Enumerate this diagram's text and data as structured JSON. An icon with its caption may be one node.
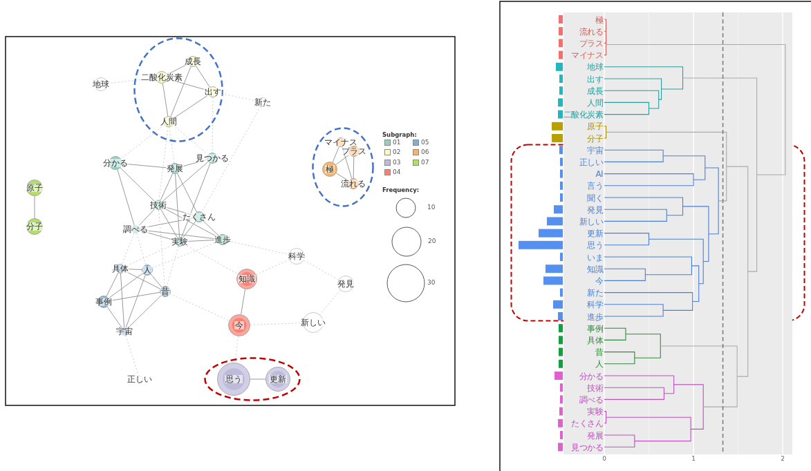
{
  "diagram": {
    "nodes": [
      {
        "text": [],
        "shape": "ellipse"
      },
      {
        "text": [
          "成長"
        ],
        "in": 0
      },
      {
        "text": [
          "二酸化炭素"
        ],
        "in": 0
      },
      {
        "text": [
          "出す"
        ],
        "in": 0
      },
      {
        "text": [
          "人間"
        ],
        "in": 0
      },
      {
        "text": [
          "地球"
        ]
      },
      {
        "text": [
          "新た"
        ]
      },
      {
        "text": [],
        "shape": "ellipse"
      },
      {
        "text": [
          "マイナス"
        ],
        "in": 7
      },
      {
        "text": [
          "プラス"
        ],
        "in": 7
      },
      {
        "text": [
          "極"
        ],
        "in": 7
      },
      {
        "text": [
          "流れる"
        ],
        "in": 7
      },
      {
        "text": [
          "分かる"
        ]
      },
      {
        "text": [
          "見つかる"
        ]
      },
      {
        "text": [
          "発展"
        ]
      },
      {
        "text": [
          "原子"
        ]
      },
      {
        "text": [
          "技術"
        ]
      },
      {
        "text": [
          "分子"
        ]
      },
      {
        "text": [
          "調べる"
        ]
      },
      {
        "text": [
          "たくさん"
        ]
      },
      {
        "text": [
          "実験"
        ]
      },
      {
        "text": [
          "進歩"
        ]
      },
      {
        "text": [
          "科学"
        ]
      },
      {
        "text": [
          "具体"
        ]
      },
      {
        "text": [
          "人"
        ]
      },
      {
        "text": [
          "知識"
        ]
      },
      {
        "text": [
          "昔"
        ]
      },
      {
        "text": [
          "事例"
        ]
      },
      {
        "text": [
          "発見"
        ]
      },
      {
        "text": [
          "今"
        ]
      },
      {
        "text": [
          "新しい"
        ]
      },
      {
        "text": [
          "宇宙"
        ]
      },
      {
        "text": [],
        "shape": "ellipse"
      },
      {
        "text": [
          "正しい"
        ]
      },
      {
        "text": [
          "思う"
        ],
        "in": 32
      },
      {
        "text": [
          "更新"
        ],
        "in": 32
      },
      {
        "text": [],
        "shape": "box"
      }
    ],
    "edges": [
      {
        "from": 1,
        "to": 2,
        "arrow": "none"
      },
      {
        "from": 1,
        "to": 3,
        "arrow": "none"
      },
      {
        "from": 1,
        "to": 4,
        "arrow": "none"
      },
      {
        "from": 2,
        "to": 3,
        "arrow": "none"
      },
      {
        "from": 2,
        "to": 4,
        "arrow": "none"
      },
      {
        "from": 3,
        "to": 4,
        "arrow": "none"
      },
      {
        "from": 5,
        "to": 2,
        "arrow": "none",
        "style": "dashed",
        "color": "#cccccc"
      },
      {
        "from": 3,
        "to": 6,
        "arrow": "none",
        "style": "dashed",
        "color": "#cccccc"
      },
      {
        "from": 6,
        "to": 19,
        "arrow": "none",
        "style": "dashed",
        "color": "#cccccc"
      },
      {
        "from": 4,
        "to": 12,
        "arrow": "none",
        "style": "dashed",
        "color": "#cccccc"
      },
      {
        "from": 4,
        "to": 14,
        "arrow": "none",
        "style": "dashed",
        "color": "#cccccc"
      },
      {
        "from": 4,
        "to": 13,
        "arrow": "none",
        "style": "dashed",
        "color": "#cccccc"
      },
      {
        "from": 4,
        "to": 16,
        "arrow": "none",
        "style": "dashed",
        "color": "#cccccc"
      },
      {
        "from": 3,
        "to": 13,
        "arrow": "none",
        "style": "dashed",
        "color": "#cccccc"
      },
      {
        "from": 8,
        "to": 10,
        "arrow": "none"
      },
      {
        "from": 8,
        "to": 11,
        "arrow": "none"
      },
      {
        "from": 9,
        "to": 10,
        "arrow": "none"
      },
      {
        "from": 9,
        "to": 11,
        "arrow": "none"
      },
      {
        "from": 10,
        "to": 11,
        "arrow": "none"
      },
      {
        "from": 12,
        "to": 14,
        "arrow": "none"
      },
      {
        "from": 14,
        "to": 13,
        "arrow": "none"
      },
      {
        "from": 12,
        "to": 16,
        "arrow": "none"
      },
      {
        "from": 12,
        "to": 18,
        "arrow": "none"
      },
      {
        "from": 14,
        "to": 16,
        "arrow": "none"
      },
      {
        "from": 14,
        "to": 20,
        "arrow": "none"
      },
      {
        "from": 14,
        "to": 19,
        "arrow": "none"
      },
      {
        "from": 13,
        "to": 16,
        "arrow": "none"
      },
      {
        "from": 13,
        "to": 20,
        "arrow": "none"
      },
      {
        "from": 15,
        "to": 17,
        "arrow": "none"
      },
      {
        "from": 16,
        "to": 19,
        "arrow": "none"
      },
      {
        "from": 16,
        "to": 20,
        "arrow": "none"
      },
      {
        "from": 16,
        "to": 21,
        "arrow": "none"
      },
      {
        "from": 16,
        "to": 18,
        "arrow": "none"
      },
      {
        "from": 18,
        "to": 19,
        "arrow": "none"
      },
      {
        "from": 18,
        "to": 20,
        "arrow": "none"
      },
      {
        "from": 18,
        "to": 21,
        "arrow": "none"
      },
      {
        "from": 19,
        "to": 20,
        "arrow": "none"
      },
      {
        "from": 20,
        "to": 21,
        "arrow": "none"
      },
      {
        "from": 19,
        "to": 21,
        "arrow": "none"
      },
      {
        "from": 23,
        "to": 24,
        "arrow": "none"
      },
      {
        "from": 23,
        "to": 26,
        "arrow": "none"
      },
      {
        "from": 23,
        "to": 27,
        "arrow": "none"
      },
      {
        "from": 23,
        "to": 31,
        "arrow": "none"
      },
      {
        "from": 24,
        "to": 26,
        "arrow": "none"
      },
      {
        "from": 24,
        "to": 27,
        "arrow": "none"
      },
      {
        "from": 24,
        "to": 31,
        "arrow": "none"
      },
      {
        "from": 27,
        "to": 26,
        "arrow": "none"
      },
      {
        "from": 27,
        "to": 31,
        "arrow": "none"
      },
      {
        "from": 26,
        "to": 31,
        "arrow": "none"
      },
      {
        "from": 18,
        "to": 23,
        "arrow": "none",
        "style": "dashed",
        "color": "#cccccc"
      },
      {
        "from": 18,
        "to": 24,
        "arrow": "none",
        "style": "dashed",
        "color": "#cccccc"
      },
      {
        "from": 16,
        "to": 26,
        "arrow": "none",
        "style": "dashed",
        "color": "#cccccc"
      },
      {
        "from": 20,
        "to": 23,
        "arrow": "none",
        "style": "dashed",
        "color": "#cccccc"
      },
      {
        "from": 21,
        "to": 24,
        "arrow": "none",
        "style": "dashed",
        "color": "#cccccc"
      },
      {
        "from": 20,
        "to": 26,
        "arrow": "none",
        "style": "dashed",
        "color": "#cccccc"
      },
      {
        "from": 21,
        "to": 22,
        "arrow": "none",
        "style": "dashed",
        "color": "#cccccc"
      },
      {
        "from": 20,
        "to": 25,
        "arrow": "none",
        "style": "dashed",
        "color": "#cccccc"
      },
      {
        "from": 22,
        "to": 25,
        "arrow": "none",
        "style": "dashed",
        "color": "#cccccc"
      },
      {
        "from": 22,
        "to": 28,
        "arrow": "none",
        "style": "dashed",
        "color": "#cccccc"
      },
      {
        "from": 28,
        "to": 30,
        "arrow": "none",
        "style": "dashed",
        "color": "#cccccc"
      },
      {
        "from": 25,
        "to": 29,
        "arrow": "none"
      },
      {
        "from": 29,
        "to": 30,
        "arrow": "none",
        "style": "dashed",
        "color": "#cccccc"
      },
      {
        "from": 26,
        "to": 29,
        "arrow": "none",
        "style": "dashed",
        "color": "#cccccc"
      },
      {
        "from": 29,
        "to": 34,
        "arrow": "none",
        "style": "dashed",
        "color": "#cccccc"
      },
      {
        "from": 34,
        "to": 35,
        "arrow": "none"
      },
      {
        "from": 31,
        "to": 33,
        "arrow": "none",
        "style": "dashed",
        "color": "#cccccc"
      }
    ],
    "labels": [
      "Subgraph:",
      "Frequency:",
      "極",
      "流れる",
      "プラス",
      "マイナス",
      "地球",
      "出す",
      "成長",
      "人間",
      "二酸化炭素",
      "原子",
      "分子",
      "宇宙",
      "正しい",
      "AI",
      "言う",
      "聞く",
      "発見",
      "新しい",
      "更新",
      "思う",
      "いま",
      "知識",
      "今",
      "新た",
      "科学",
      "進歩",
      "事例",
      "具体",
      "昔",
      "人",
      "分かる",
      "技術",
      "調べる",
      "実験",
      "たくさん",
      "発展",
      "見つかる",
      "0",
      "1",
      "2"
    ],
    "legend": [
      {
        "text": "01",
        "color": "#8dd3c7"
      },
      {
        "text": "05",
        "color": "#80b1d3"
      },
      {
        "text": "02",
        "color": "#ffffb3"
      },
      {
        "text": "06",
        "color": "#fdb462"
      },
      {
        "text": "03",
        "color": "#bebada"
      },
      {
        "text": "07",
        "color": "#b3de69"
      },
      {
        "text": "04",
        "color": "#fb8072"
      },
      {
        "text": "10"
      },
      {
        "text": "20"
      },
      {
        "text": "30"
      }
    ]
  }
}
